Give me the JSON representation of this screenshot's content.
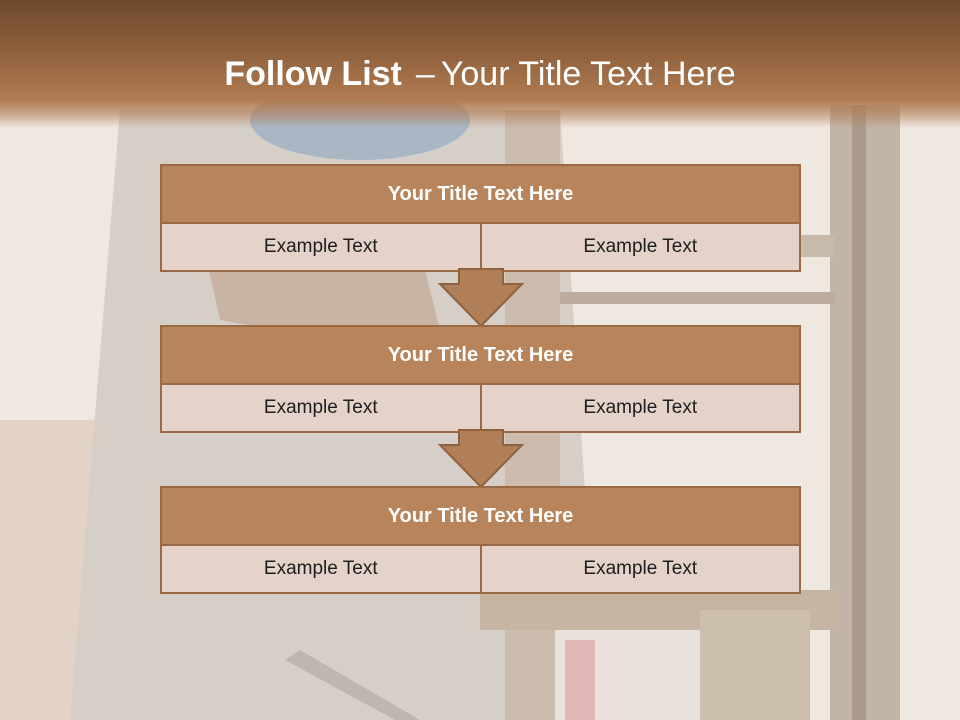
{
  "slide": {
    "title_bold": "Follow List",
    "title_dash": "–",
    "title_rest": "Your Title Text Here"
  },
  "blocks": [
    {
      "title": "Your Title Text Here",
      "cells": [
        "Example Text",
        "Example Text"
      ]
    },
    {
      "title": "Your Title Text Here",
      "cells": [
        "Example Text",
        "Example Text"
      ]
    },
    {
      "title": "Your Title Text Here",
      "cells": [
        "Example Text",
        "Example Text"
      ]
    }
  ],
  "colors": {
    "header": "#93643f",
    "block_title": "#b8845c",
    "block_row": "#e5d2c8",
    "border": "#9a6a44",
    "arrow": "#b07f57"
  }
}
